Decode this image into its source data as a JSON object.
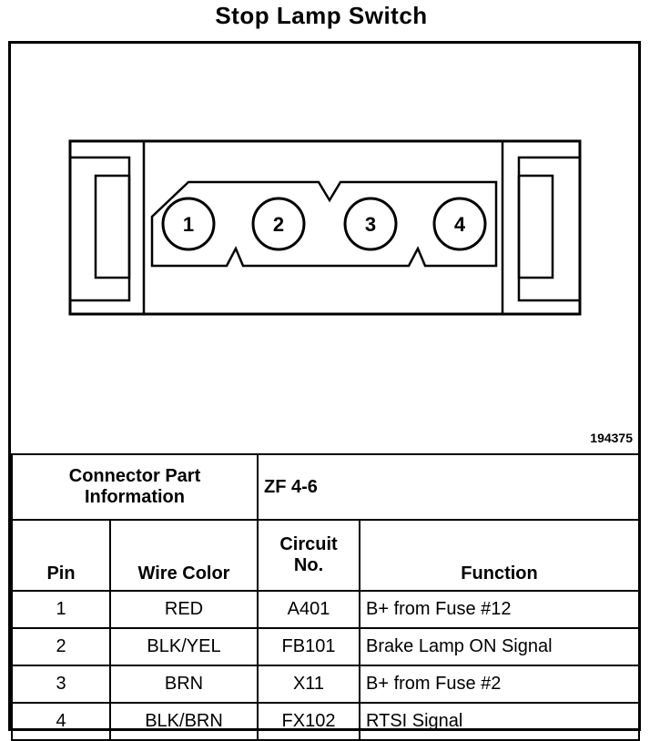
{
  "title": "Stop Lamp Switch",
  "diagram": {
    "part_number": "194375",
    "pins": [
      "1",
      "2",
      "3",
      "4"
    ]
  },
  "info": {
    "label": "Connector Part Information",
    "value": "ZF 4-6"
  },
  "table": {
    "headers": {
      "pin": "Pin",
      "wire_color": "Wire Color",
      "circuit": "Circuit No.",
      "function": "Function"
    },
    "rows": [
      {
        "pin": "1",
        "wire_color": "RED",
        "circuit": "A401",
        "function": "B+ from Fuse #12"
      },
      {
        "pin": "2",
        "wire_color": "BLK/YEL",
        "circuit": "FB101",
        "function": "Brake Lamp ON Signal"
      },
      {
        "pin": "3",
        "wire_color": "BRN",
        "circuit": "X11",
        "function": "B+ from Fuse #2"
      },
      {
        "pin": "4",
        "wire_color": "BLK/BRN",
        "circuit": "FX102",
        "function": "RTSI Signal"
      }
    ]
  }
}
